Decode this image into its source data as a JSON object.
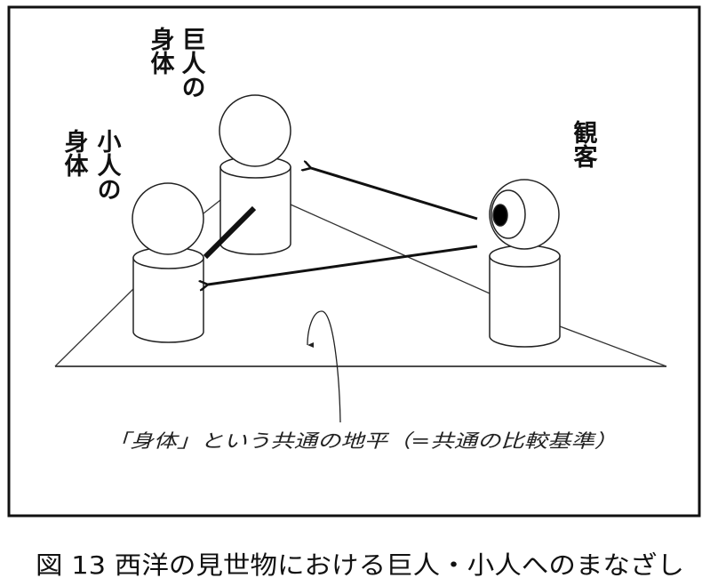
{
  "labels": {
    "giant_line1": "巨人の",
    "giant_line2": "身体",
    "dwarf_line1": "小人の",
    "dwarf_line2": "身体",
    "audience": "観客"
  },
  "plane_label": "「身体」という共通の地平（=共通の比較基準）",
  "caption": "図 13 西洋の見世物における巨人・小人へのまなざし"
}
